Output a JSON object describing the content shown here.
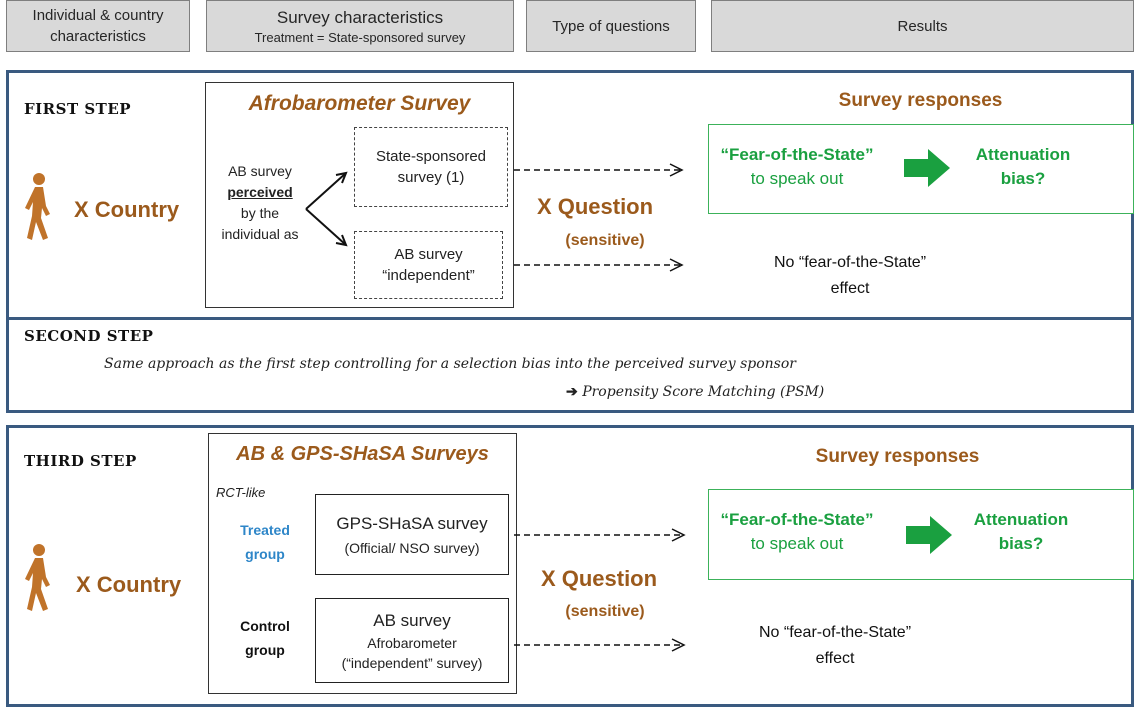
{
  "headers": {
    "individual_line1": "Individual & country",
    "individual_line2": "characteristics",
    "survey_title": "Survey characteristics",
    "survey_sub": "Treatment = State-sponsored survey",
    "questions": "Type of questions",
    "results": "Results"
  },
  "step1": {
    "label": "FIRST STEP",
    "country": "X  Country",
    "survey_title": "Afrobarometer  Survey",
    "perceived_line1": "AB survey",
    "perceived_line2": "perceived",
    "perceived_line3": "by the",
    "perceived_line4": "individual as",
    "state_line1": "State-sponsored",
    "state_line2": "survey (1)",
    "ab_line1": "AB survey",
    "ab_line2": "“independent”",
    "question": "X  Question",
    "sensitive": "(sensitive)",
    "responses_title": "Survey responses",
    "fear_line1": "“Fear-of-the-State”",
    "fear_line2": "to speak out",
    "atten_line1": "Attenuation",
    "atten_line2": "bias?",
    "nofear_line1": "No “fear-of-the-State”",
    "nofear_line2": "effect"
  },
  "step2": {
    "label": "SECOND STEP",
    "text1": "Same approach as the first step controlling for a selection bias into the perceived survey sponsor",
    "text2": "Propensity Score Matching (PSM)"
  },
  "step3": {
    "label": "THIRD STEP",
    "country": "X  Country",
    "survey_title": "AB & GPS-SHaSA Surveys",
    "rct": "RCT-like",
    "treated_line1": "Treated",
    "treated_line2": "group",
    "control_line1": "Control",
    "control_line2": "group",
    "gps_line1": "GPS-SHaSA survey",
    "gps_line2": "(Official/  NSO survey)",
    "ab_line1": "AB survey",
    "ab_line2": "Afrobarometer",
    "ab_line3": "(“independent” survey)",
    "question": "X  Question",
    "sensitive": "(sensitive)",
    "responses_title": "Survey responses",
    "fear_line1": "“Fear-of-the-State”",
    "fear_line2": "to speak out",
    "atten_line1": "Attenuation",
    "atten_line2": "bias?",
    "nofear_line1": "No “fear-of-the-State”",
    "nofear_line2": "effect"
  },
  "colors": {
    "panel_border": "#3a5a80",
    "brown": "#9b5a1c",
    "green": "#1aa040",
    "blue": "#2e86c8",
    "person": "#c0732a",
    "header_bg": "#d9d9d9"
  }
}
